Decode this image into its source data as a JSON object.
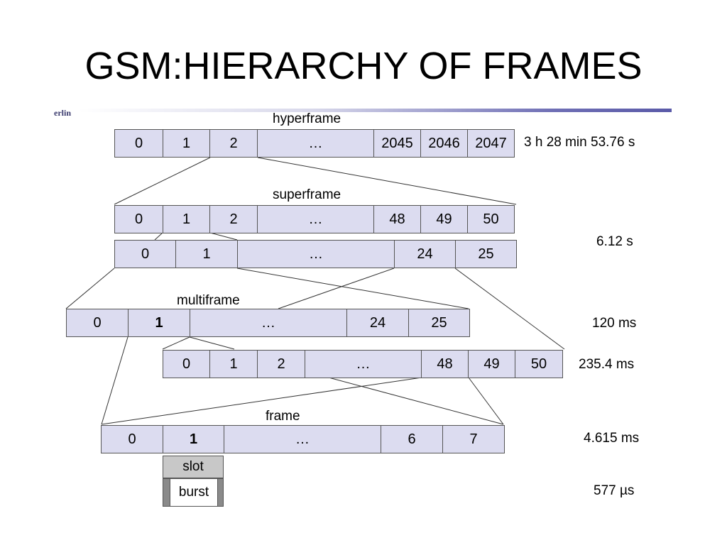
{
  "title": "GSM:HIERARCHY OF FRAMES",
  "logo_text": "erlin",
  "hyperframe": {
    "label": "hyperframe",
    "cells": [
      "0",
      "1",
      "2",
      "…",
      "2045",
      "2046",
      "2047"
    ],
    "duration": "3 h 28 min 53.76 s"
  },
  "superframe": {
    "label": "superframe",
    "row1_cells": [
      "0",
      "1",
      "2",
      "…",
      "48",
      "49",
      "50"
    ],
    "row2_cells": [
      "0",
      "1",
      "…",
      "24",
      "25"
    ],
    "duration": "6.12 s"
  },
  "multiframe": {
    "label": "multiframe",
    "row1_cells": [
      "0",
      "1",
      "…",
      "24",
      "25"
    ],
    "row1_duration": "120 ms",
    "row2_cells": [
      "0",
      "1",
      "2",
      "…",
      "48",
      "49",
      "50"
    ],
    "row2_duration": "235.4 ms"
  },
  "frame": {
    "label": "frame",
    "cells": [
      "0",
      "1",
      "…",
      "6",
      "7"
    ],
    "duration": "4.615 ms"
  },
  "slot": {
    "label": "slot"
  },
  "burst": {
    "label": "burst",
    "duration": "577 µs"
  }
}
